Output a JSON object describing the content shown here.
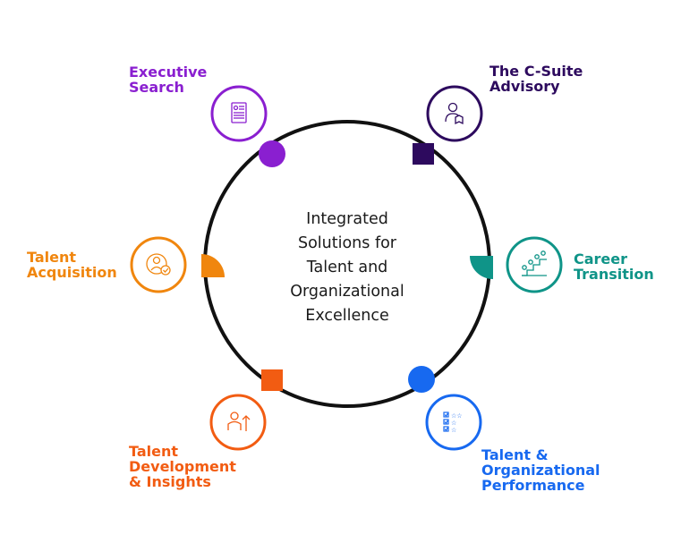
{
  "center": {
    "lines": [
      "Integrated",
      "Solutions for",
      "Talent and",
      "Organizational",
      "Excellence"
    ]
  },
  "nodes": {
    "executive_search": {
      "lines": [
        "Executive",
        "Search"
      ],
      "color": "#8a1fd0",
      "icon": "resume-document-icon"
    },
    "c_suite_advisory": {
      "lines": [
        "The C-Suite",
        "Advisory"
      ],
      "color": "#2d0a5e",
      "icon": "person-with-book-icon"
    },
    "talent_acquisition": {
      "lines": [
        "Talent",
        "Acquisition"
      ],
      "color": "#f0860e",
      "icon": "user-check-icon"
    },
    "career_transition": {
      "lines": [
        "Career",
        "Transition"
      ],
      "color": "#0f9488",
      "icon": "people-on-steps-icon"
    },
    "talent_development": {
      "lines": [
        "Talent",
        "Development",
        "& Insights"
      ],
      "color": "#f25c12",
      "icon": "person-growth-icon"
    },
    "org_performance": {
      "lines": [
        "Talent &",
        "Organizational",
        "Performance"
      ],
      "color": "#1769f0",
      "icon": "checklist-stars-icon"
    }
  },
  "colors": {
    "ring": "#111111"
  }
}
